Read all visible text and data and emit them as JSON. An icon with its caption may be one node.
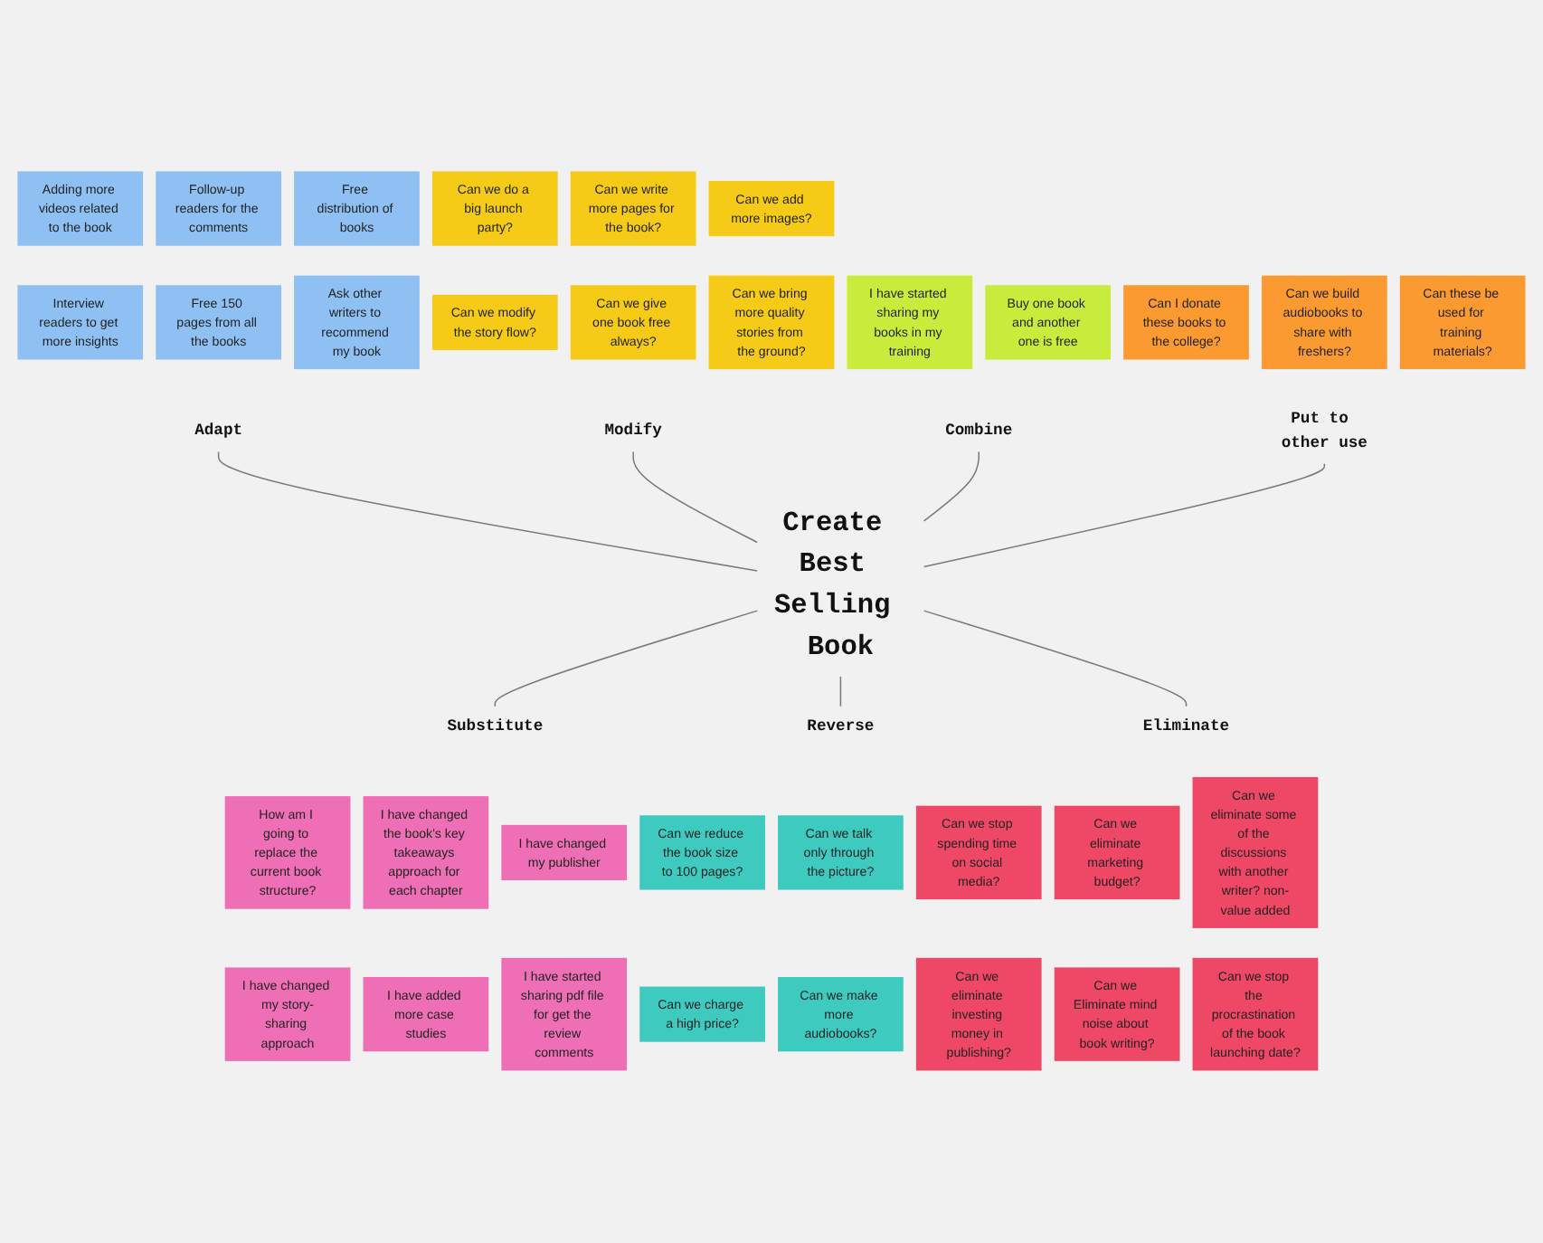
{
  "diagram": {
    "nodes": [
      {
        "text": [
          "Adding more videos related to the book"
        ]
      },
      {
        "text": [
          "Follow-up readers for the comments"
        ]
      },
      {
        "text": [
          "Free distribution of books"
        ]
      },
      {
        "text": [
          "Interview readers to get more insights"
        ]
      },
      {
        "text": [
          "Free 150 pages from all the books"
        ]
      },
      {
        "text": [
          "Ask other writers to recommend my book"
        ]
      },
      {
        "text": [
          "Can we do a big launch party?"
        ]
      },
      {
        "text": [
          "Can we write more pages for the book?"
        ]
      },
      {
        "text": [
          "Can we add more images?"
        ]
      },
      {
        "text": [
          "Can we modify the story flow?"
        ]
      },
      {
        "text": [
          "Can we give one book free always?"
        ]
      },
      {
        "text": [
          "Can we bring more quality stories from the ground?"
        ]
      },
      {
        "text": [
          "Adapt"
        ]
      },
      {
        "text": [
          "Modify"
        ]
      },
      {
        "text": [
          "Combine"
        ]
      },
      {
        "text": [
          "Put to other use"
        ]
      },
      {
        "text": [
          "I have started sharing my books in my training"
        ]
      },
      {
        "text": [
          "Buy one book and another one is free"
        ]
      },
      {
        "text": [
          "Create Best Selling Book"
        ]
      },
      {
        "text": [
          "Can I donate these books to the college?"
        ]
      },
      {
        "text": [
          "Can we build audiobooks to share with freshers?"
        ]
      },
      {
        "text": [
          "Can these be used for training materials?"
        ]
      },
      {
        "text": [
          "Substitute"
        ]
      },
      {
        "text": [
          "Reverse"
        ]
      },
      {
        "text": [
          "Eliminate"
        ]
      },
      {
        "text": [
          "How am I going to replace the current book structure?"
        ]
      },
      {
        "text": [
          "I have changed the book's key takeaways approach for each chapter"
        ]
      },
      {
        "text": [
          "I have changed my publisher"
        ]
      },
      {
        "text": [
          "I have changed my story-sharing approach"
        ]
      },
      {
        "text": [
          "I have added more case studies"
        ]
      },
      {
        "text": [
          "I have started sharing pdf file for get the review comments"
        ]
      },
      {
        "text": [
          "Can we reduce the book size to 100 pages?"
        ]
      },
      {
        "text": [
          "Can we talk only through the picture?"
        ]
      },
      {
        "text": [
          "Can we charge a high price?"
        ]
      },
      {
        "text": [
          "Can we make more audiobooks?"
        ]
      },
      {
        "text": [
          "Can we stop spending time on social media?"
        ]
      },
      {
        "text": [
          "Can we eliminate marketing budget?"
        ]
      },
      {
        "text": [
          "Can we eliminate some of the discussions with another writer? non-value added"
        ]
      },
      {
        "text": [
          "Can we eliminate investing money in publishing?"
        ]
      },
      {
        "text": [
          "Can we Eliminate mind noise about book writing?"
        ]
      },
      {
        "text": [
          "Can we stop the procrastination of the book launching date?"
        ]
      }
    ],
    "edges": [
      {
        "from": 12,
        "to": 18,
        "arrow": "none"
      },
      {
        "from": 13,
        "to": 18,
        "arrow": "none"
      },
      {
        "from": 14,
        "to": 18,
        "arrow": "none"
      },
      {
        "from": 15,
        "to": 18,
        "arrow": "none"
      },
      {
        "from": 18,
        "to": 22,
        "arrow": "none"
      },
      {
        "from": 18,
        "to": 23,
        "arrow": "none"
      },
      {
        "from": 18,
        "to": 24,
        "arrow": "none"
      }
    ]
  }
}
